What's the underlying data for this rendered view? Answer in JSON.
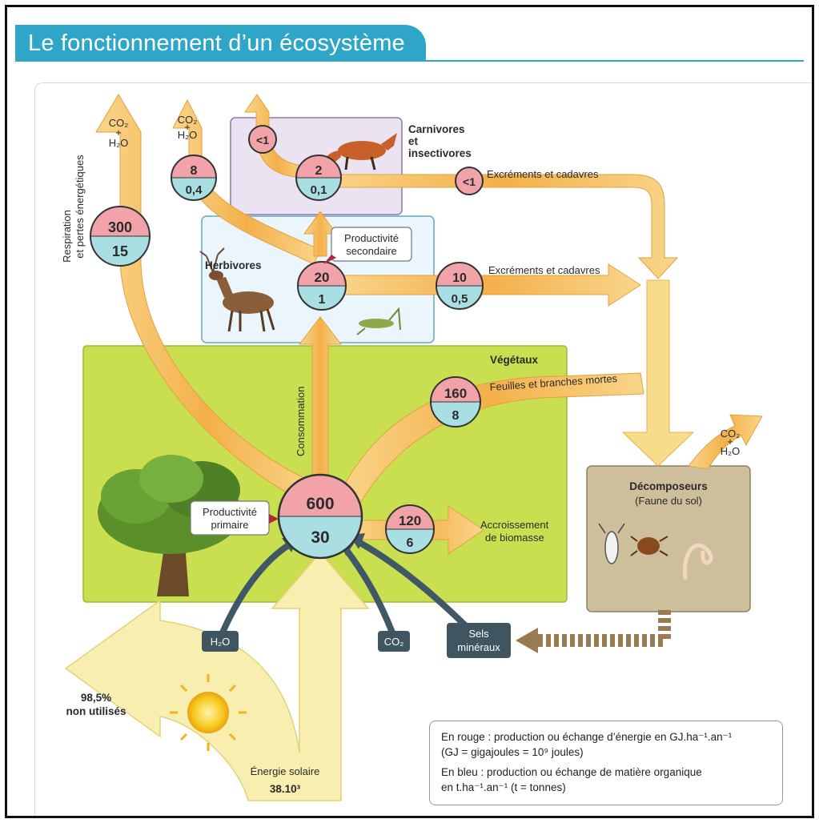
{
  "title": "Le fonctionnement d’un écosystème",
  "boxes": {
    "carnivores": "Carnivores et insectivores",
    "herbivores": "Herbivores",
    "vegetaux": "Végétaux",
    "decomposeurs": "Décomposeurs",
    "decomposeurs_sub": "(Faune du sol)"
  },
  "circles": {
    "respiration": {
      "red": "300",
      "blue": "15"
    },
    "herb_loss": {
      "red": "8",
      "blue": "0,4"
    },
    "carn_loss": {
      "red": "<1"
    },
    "carnivores": {
      "red": "2",
      "blue": "0,1"
    },
    "carn_excr": {
      "red": "<1"
    },
    "herbivores": {
      "red": "20",
      "blue": "1"
    },
    "herb_excr": {
      "red": "10",
      "blue": "0,5"
    },
    "litter": {
      "red": "160",
      "blue": "8"
    },
    "primary": {
      "red": "600",
      "blue": "30"
    },
    "biomass": {
      "red": "120",
      "blue": "6"
    }
  },
  "labels": {
    "co2": "CO₂",
    "plus": "+",
    "h2o": "H₂O",
    "respiration_1": "Respiration",
    "respiration_2": "et pertes énergétiques",
    "excrements": "Excréments et cadavres",
    "productivite_secondaire_1": "Productivité",
    "productivite_secondaire_2": "secondaire",
    "productivite_primaire_1": "Productivité",
    "productivite_primaire_2": "primaire",
    "consommation": "Consommation",
    "feuilles": "Feuilles et branches mortes",
    "accroissement_1": "Accroissement",
    "accroissement_2": "de biomasse",
    "sels_1": "Sels",
    "sels_2": "minéraux",
    "non_utilises_1": "98,5%",
    "non_utilises_2": "non utilisés",
    "energie_solaire": "Énergie solaire",
    "energie_value": "38.10³"
  },
  "legend": {
    "red_1": "En rouge : production ou échange d’énergie en GJ.ha⁻¹.an⁻¹",
    "red_2": "(GJ = gigajoules = 10⁹ joules)",
    "blue_1": "En bleu : production ou échange de matière organique",
    "blue_2": "en t.ha⁻¹.an⁻¹ (t = tonnes)"
  },
  "colors": {
    "title_blue": "#2fa6c8",
    "arrow_orange": "#f5b84a",
    "arrow_light": "#f9dc8a",
    "sun_arrow": "#f7eeb0",
    "vegetaux_green": "#c9df4f",
    "energy_red": "#f2a3a9",
    "matter_blue": "#a9dfe3",
    "dark_box": "#3f5560"
  }
}
